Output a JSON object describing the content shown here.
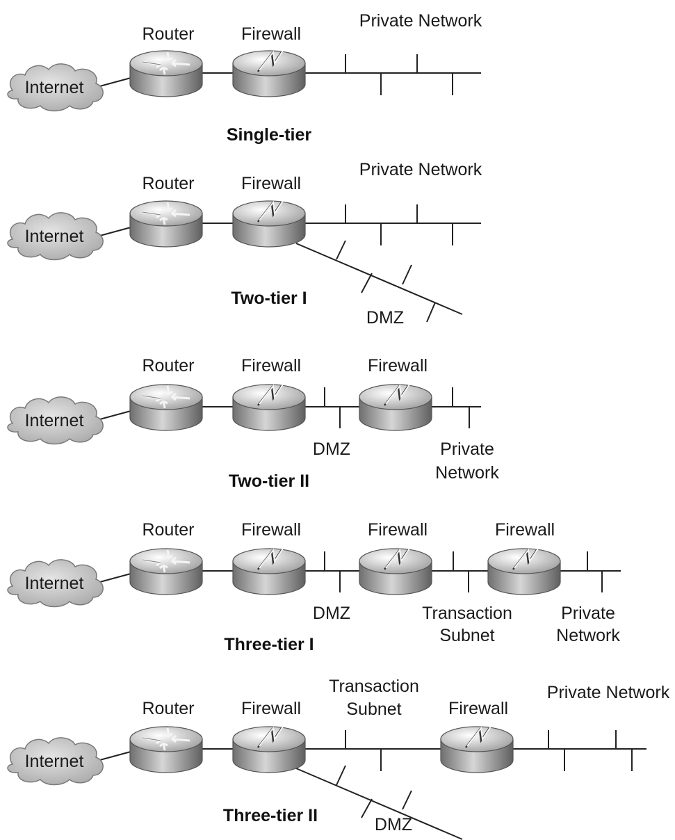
{
  "labels": {
    "internet": "Internet",
    "router": "Router",
    "firewall": "Firewall",
    "private_network": "Private Network",
    "private": "Private",
    "network": "Network",
    "dmz": "DMZ",
    "transaction": "Transaction",
    "subnet": "Subnet"
  },
  "titles": {
    "single_tier": "Single-tier",
    "two_tier_1": "Two-tier I",
    "two_tier_2": "Two-tier II",
    "three_tier_1": "Three-tier I",
    "three_tier_2": "Three-tier II"
  },
  "colors": {
    "cloud": "#c9c9c9",
    "device_top": "#e8e8e8",
    "device_side": "#8f8f8f",
    "line": "#222222"
  }
}
